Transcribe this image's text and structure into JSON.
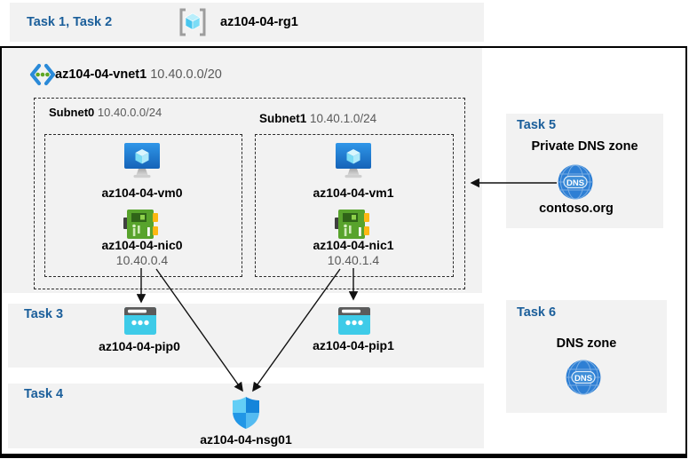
{
  "colors": {
    "task_heading": "#1a5e9a",
    "panel_bg": "#f2f2f2",
    "muted_text": "#595959",
    "arrow": "#111111",
    "vm_blue": "#1e78cf",
    "nic_green": "#58a32c",
    "pip_cyan": "#3ecbe8",
    "dns_blue": "#2e7fd4"
  },
  "header": {
    "tasks_label": "Task 1, Task 2",
    "resource_group": "az104-04-rg1",
    "rg_icon": "resource-group-icon"
  },
  "vnet": {
    "name": "az104-04-vnet1",
    "cidr": "10.40.0.0/20",
    "icon": "virtual-network-icon"
  },
  "subnet0": {
    "name": "Subnet0",
    "cidr": "10.40.0.0/24",
    "vm": "az104-04-vm0",
    "nic": "az104-04-nic0",
    "ip": "10.40.0.4"
  },
  "subnet1": {
    "name": "Subnet1",
    "cidr": "10.40.1.0/24",
    "vm": "az104-04-vm1",
    "nic": "az104-04-nic1",
    "ip": "10.40.1.4"
  },
  "task3": {
    "label": "Task 3",
    "pip0": "az104-04-pip0",
    "pip1": "az104-04-pip1"
  },
  "task4": {
    "label": "Task 4",
    "nsg": "az104-04-nsg01"
  },
  "task5": {
    "label": "Task 5",
    "title": "Private DNS zone",
    "zone_name": "contoso.org",
    "dns_icon_text": "DNS"
  },
  "task6": {
    "label": "Task 6",
    "title": "DNS zone",
    "dns_icon_text": "DNS"
  }
}
